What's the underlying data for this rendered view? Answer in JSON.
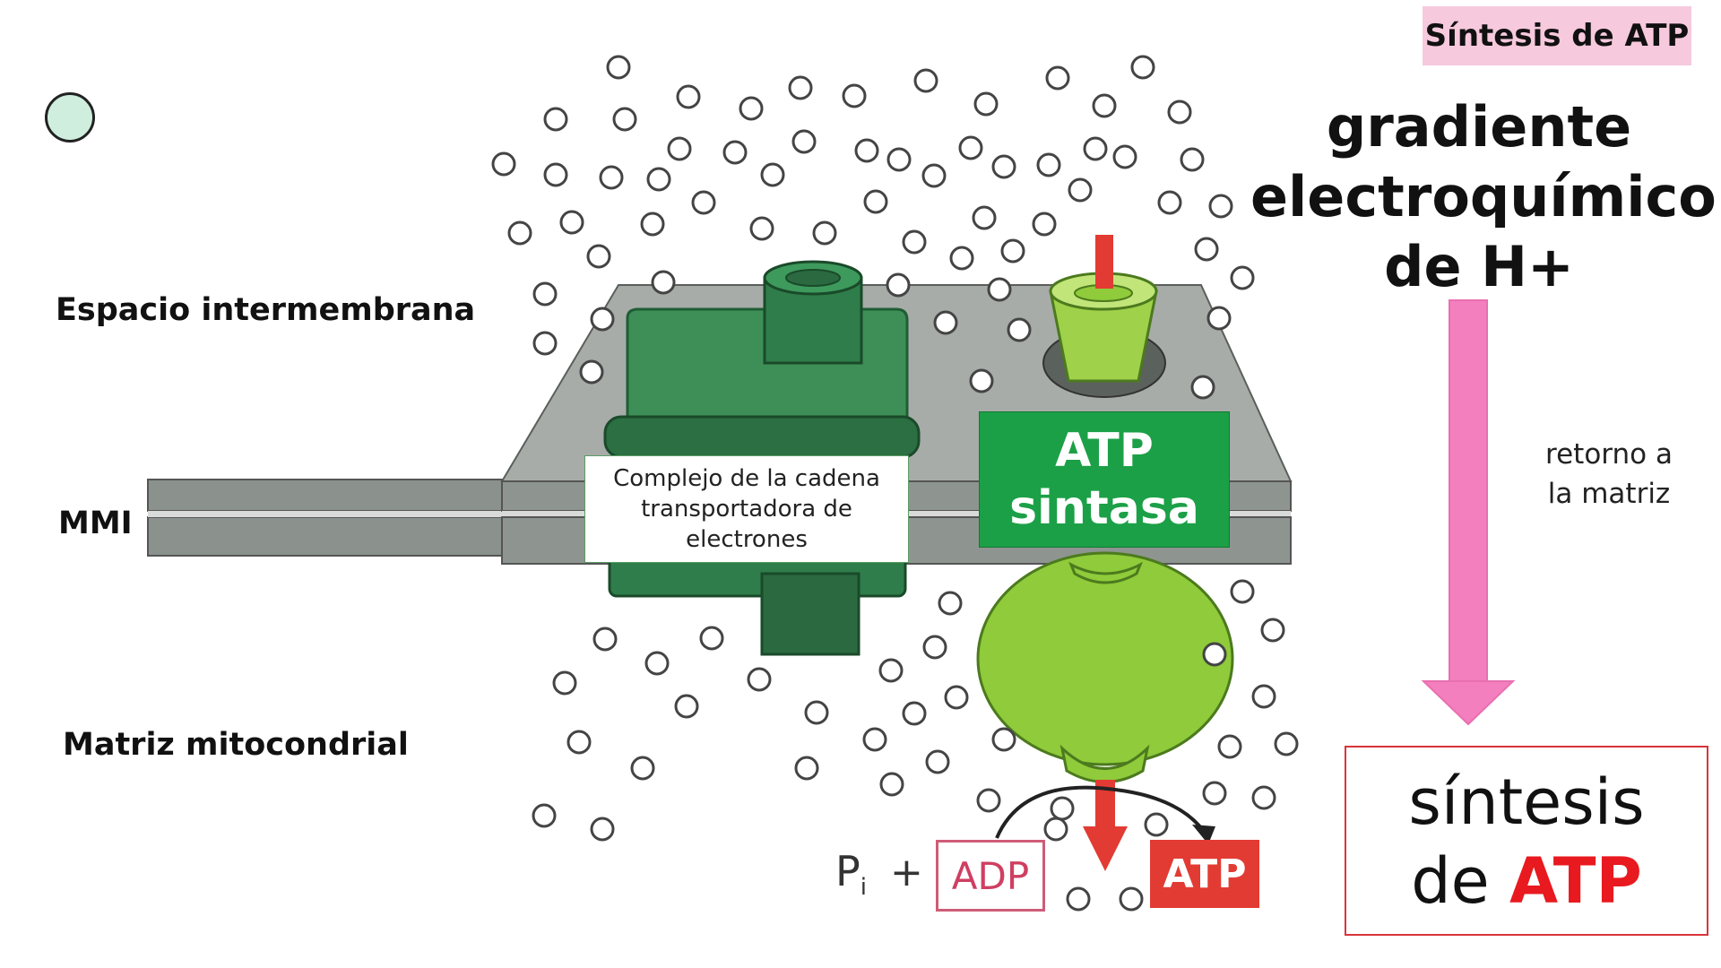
{
  "badge": {
    "text": "Síntesis de ATP"
  },
  "side_labels": {
    "intermembrane": "Espacio intermembrana",
    "membrane": "MMI",
    "matrix": "Matriz mitocondrial"
  },
  "gradient": {
    "line1": "gradiente",
    "line2": "electroquímico",
    "line3": "de H+"
  },
  "return_label": {
    "line1": "retorno a",
    "line2": "la matriz"
  },
  "synthesis_box": {
    "line1": "síntesis",
    "line2_prefix": "de ",
    "line2_strong": "ATP"
  },
  "etc_box": {
    "text": "Complejo de la cadena transportadora de electrones"
  },
  "atp_synthase": {
    "line1": "ATP",
    "line2": "sintasa"
  },
  "reaction": {
    "pi": "P",
    "pi_sub": "i",
    "plus": "+",
    "adp": "ADP",
    "atp": "ATP"
  },
  "colors": {
    "membrane_gray": "#8e9590",
    "etc_green": "#2f7d4a",
    "synthase_green": "#8fcb3a",
    "arrow_pink": "#f47fbf",
    "arrow_red": "#e23b33",
    "label_green": "#1ca047"
  }
}
